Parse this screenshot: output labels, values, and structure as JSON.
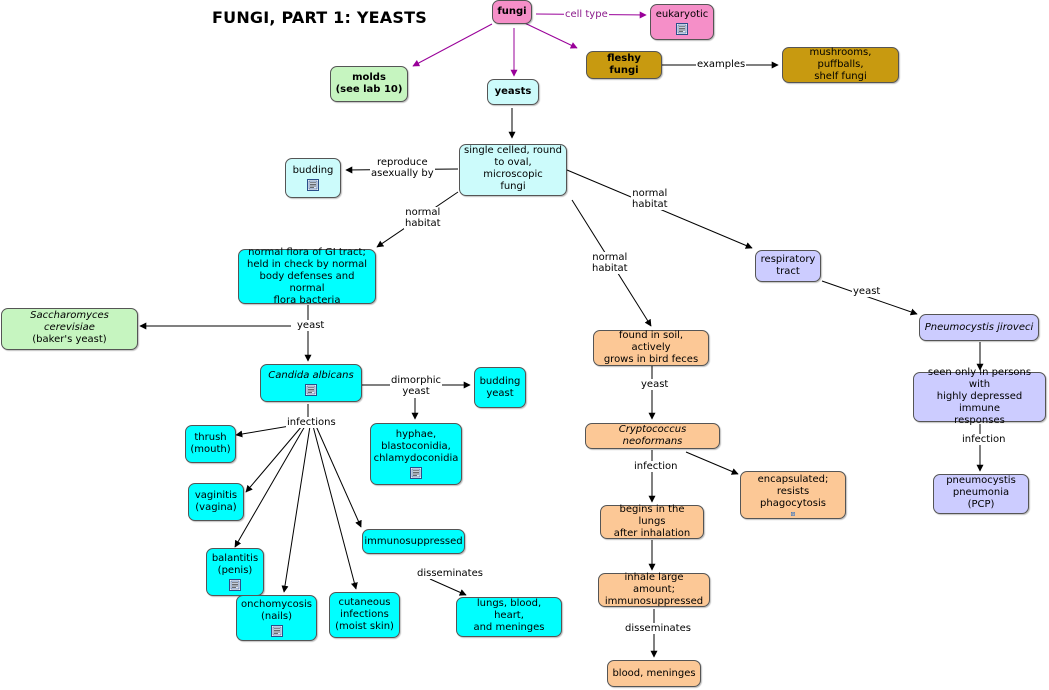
{
  "title": "FUNGI, PART 1: YEASTS",
  "colors": {
    "pink": "#f58fc8",
    "green": "#c6f5c0",
    "lightcyan": "#ccfbfb",
    "cyan": "#00ffff",
    "gold": "#c89a10",
    "lavender": "#ccccff",
    "peach": "#fcc896",
    "purple_edge": "#990099",
    "black_edge": "#000000"
  },
  "nodes": [
    {
      "id": "fungi",
      "text": "fungi",
      "color": "pink",
      "bold": true
    },
    {
      "id": "eukaryotic",
      "text": "eukaryotic",
      "color": "pink",
      "icon": true
    },
    {
      "id": "molds",
      "text": "molds\n(see lab 10)",
      "color": "green",
      "bold": true
    },
    {
      "id": "yeasts",
      "text": "yeasts",
      "color": "lightcyan",
      "bold": true
    },
    {
      "id": "fleshy",
      "text": "fleshy fungi",
      "color": "gold",
      "bold": true
    },
    {
      "id": "mushrooms",
      "text": "mushrooms, puffballs,\nshelf fungi",
      "color": "gold"
    },
    {
      "id": "single",
      "text": "single celled, round\nto oval, microscopic\nfungi",
      "color": "lightcyan",
      "icon": true
    },
    {
      "id": "budding1",
      "text": "budding",
      "color": "lightcyan",
      "icon": true
    },
    {
      "id": "gi",
      "text": "normal flora of GI tract;\nheld in check by normal\nbody defenses and normal\nflora bacteria",
      "color": "cyan"
    },
    {
      "id": "sacch",
      "text": "Saccharomyces cerevisiae",
      "text2": "(baker's yeast)",
      "color": "green",
      "italic": true,
      "icon": true
    },
    {
      "id": "candida",
      "text": "Candida albicans",
      "color": "cyan",
      "italic": true,
      "icon": true
    },
    {
      "id": "budyeast",
      "text": "budding\nyeast",
      "color": "cyan"
    },
    {
      "id": "hyphae",
      "text": "hyphae,\nblastoconidia,\nchlamydoconidia",
      "color": "cyan",
      "icon": true
    },
    {
      "id": "thrush",
      "text": "thrush\n(mouth)",
      "color": "cyan"
    },
    {
      "id": "vaginitis",
      "text": "vaginitis\n(vagina)",
      "color": "cyan"
    },
    {
      "id": "balanitis",
      "text": "balantitis\n(penis)",
      "color": "cyan",
      "icon": true
    },
    {
      "id": "oncho",
      "text": "onchomycosis\n(nails)",
      "color": "cyan",
      "icon": true
    },
    {
      "id": "cutaneous",
      "text": "cutaneous\ninfections\n(moist skin)",
      "color": "cyan"
    },
    {
      "id": "immuno",
      "text": "immunosuppressed",
      "color": "cyan"
    },
    {
      "id": "lungs",
      "text": "lungs, blood, heart,\nand meninges",
      "color": "cyan",
      "icon": true
    },
    {
      "id": "soil",
      "text": "found in soil, actively\ngrows in bird feces",
      "color": "peach"
    },
    {
      "id": "crypto",
      "text": "Cryptococcus neoformans",
      "color": "peach",
      "italic": true
    },
    {
      "id": "encaps",
      "text": "encapsulated;\nresists phagocytosis",
      "color": "peach",
      "icon": true
    },
    {
      "id": "begins",
      "text": "begins in the lungs\nafter inhalation",
      "color": "peach"
    },
    {
      "id": "inhale",
      "text": "inhale large amount;\nimmunosuppressed",
      "color": "peach"
    },
    {
      "id": "blood",
      "text": "blood, meninges",
      "color": "peach"
    },
    {
      "id": "resp",
      "text": "respiratory\ntract",
      "color": "lavender"
    },
    {
      "id": "pneumo",
      "text": "Pneumocystis jiroveci",
      "color": "lavender",
      "italic": true
    },
    {
      "id": "seenonly",
      "text": "seen only in persons with\nhighly depressed immune\nresponses",
      "color": "lavender"
    },
    {
      "id": "pcp",
      "text": "pneumocystis\npneumonia (PCP)",
      "color": "lavender",
      "icon": true
    }
  ],
  "edge_labels": [
    {
      "id": "cell-type",
      "text": "cell type",
      "purple": true
    },
    {
      "id": "examples",
      "text": "examples"
    },
    {
      "id": "reproduce",
      "text": "reproduce\nasexually by"
    },
    {
      "id": "nh-gi",
      "text": "normal\nhabitat"
    },
    {
      "id": "nh-soil",
      "text": "normal\nhabitat"
    },
    {
      "id": "nh-resp",
      "text": "normal\nhabitat"
    },
    {
      "id": "yeast-sacch",
      "text": "yeast"
    },
    {
      "id": "dimorphic",
      "text": "dimorphic\nyeast"
    },
    {
      "id": "infections",
      "text": "infections"
    },
    {
      "id": "disseminates1",
      "text": "disseminates"
    },
    {
      "id": "yeast-crypto",
      "text": "yeast"
    },
    {
      "id": "infection-crypto",
      "text": "infection"
    },
    {
      "id": "disseminates2",
      "text": "disseminates"
    },
    {
      "id": "yeast-pneumo",
      "text": "yeast"
    },
    {
      "id": "infection-pcp",
      "text": "infection"
    }
  ]
}
